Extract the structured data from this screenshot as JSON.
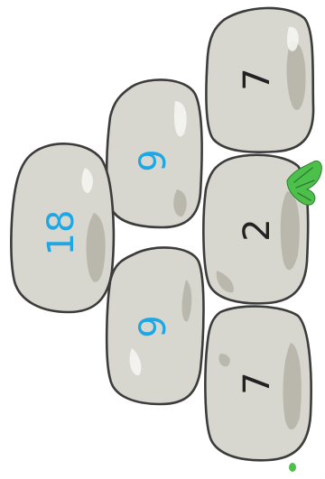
{
  "puzzle": {
    "type": "number-pyramid",
    "stones": [
      {
        "id": "top",
        "row": 1,
        "value": "18",
        "color": "#1da7e4",
        "given": true
      },
      {
        "id": "middle-upper",
        "row": 2,
        "value": "9",
        "color": "#1da7e4",
        "given": true
      },
      {
        "id": "middle-lower",
        "row": 2,
        "value": "9",
        "color": "#1da7e4",
        "given": true
      },
      {
        "id": "bottom-upper",
        "row": 3,
        "value": "7",
        "color": "#222222",
        "given": true
      },
      {
        "id": "bottom-middle",
        "row": 3,
        "value": "2",
        "color": "#222222",
        "given": true
      },
      {
        "id": "bottom-lower",
        "row": 3,
        "value": "7",
        "color": "#222222",
        "given": true
      }
    ],
    "decorations": [
      {
        "name": "grass-tuft",
        "color": "#4cc04a"
      },
      {
        "name": "pebble",
        "color": "#4cc04a"
      }
    ]
  }
}
